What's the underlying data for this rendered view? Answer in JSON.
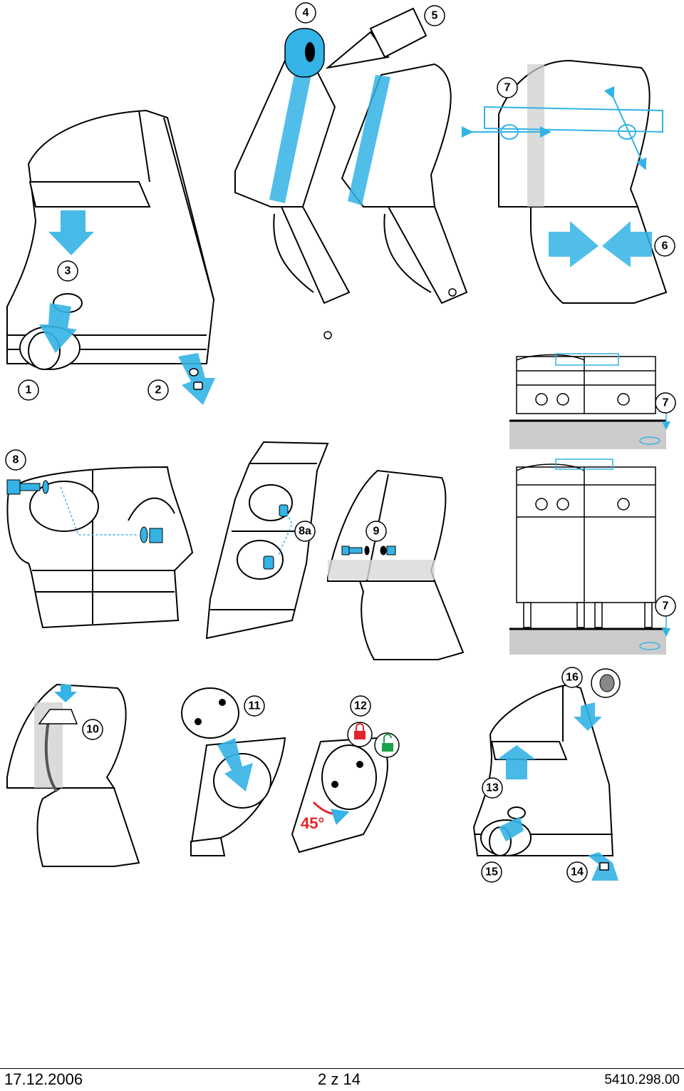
{
  "steps": {
    "s1": "1",
    "s2": "2",
    "s3": "3",
    "s4": "4",
    "s5": "5",
    "s6": "6",
    "s7a": "7",
    "s7b": "7",
    "s7c": "7",
    "s8": "8",
    "s8a": "8a",
    "s9": "9",
    "s10": "10",
    "s11": "11",
    "s12": "12",
    "s13": "13",
    "s14": "14",
    "s15": "15",
    "s16": "16"
  },
  "angle_label": "45°",
  "colors": {
    "accent_blue": "#33b3e6",
    "lock_red": "#e0262b",
    "unlock_green": "#19a24a",
    "outline": "#000000"
  },
  "icons": {
    "locked": "padlock-closed-icon",
    "unlocked": "padlock-open-icon"
  },
  "footer": {
    "date": "17.12.2006",
    "page": "2 z 14",
    "doc_number": "5410.298.00"
  }
}
